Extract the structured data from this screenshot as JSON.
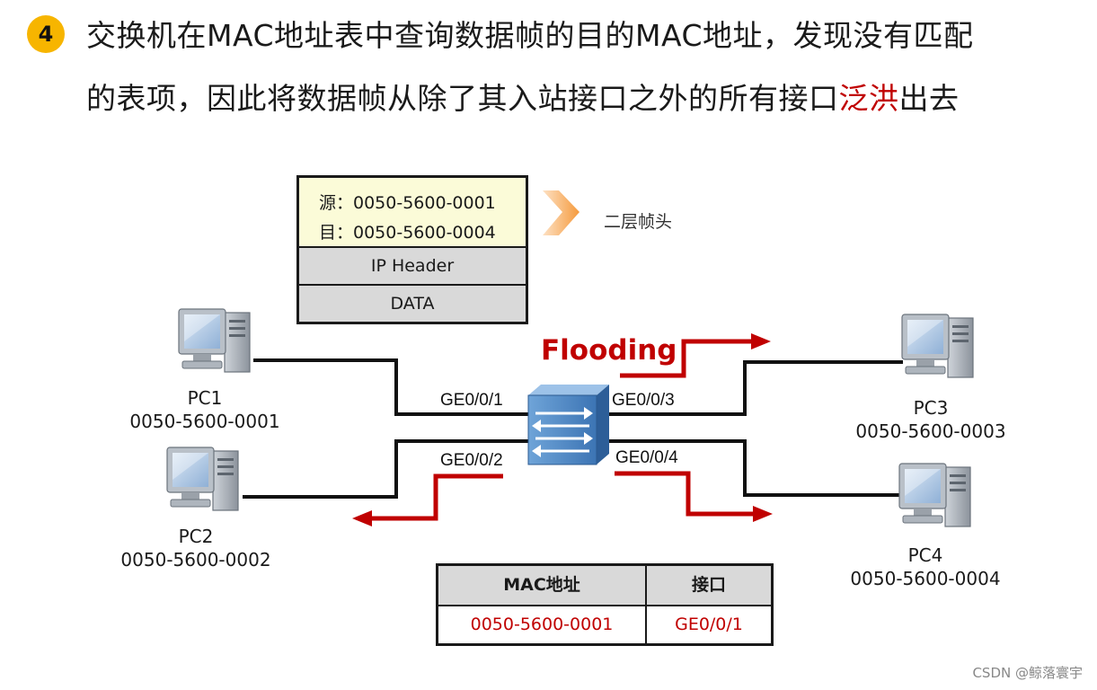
{
  "step": {
    "number": "4",
    "line1": "交换机在MAC地址表中查询数据帧的目的MAC地址，发现没有匹配",
    "line2_pre": "的表项，因此将数据帧从除了其入站接口之外的所有接口",
    "line2_highlight": "泛洪",
    "line2_post": "出去"
  },
  "frame": {
    "src": "源：0050-5600-0001",
    "dst": "目：0050-5600-0004",
    "ip": "IP Header",
    "data": "DATA",
    "header_label": "二层帧头"
  },
  "pcs": {
    "pc1": {
      "name": "PC1",
      "mac": "0050-5600-0001"
    },
    "pc2": {
      "name": "PC2",
      "mac": "0050-5600-0002"
    },
    "pc3": {
      "name": "PC3",
      "mac": "0050-5600-0003"
    },
    "pc4": {
      "name": "PC4",
      "mac": "0050-5600-0004"
    }
  },
  "ports": {
    "p1": "GE0/0/1",
    "p2": "GE0/0/2",
    "p3": "GE0/0/3",
    "p4": "GE0/0/4"
  },
  "flooding_label": "Flooding",
  "mac_table": {
    "headers": [
      "MAC地址",
      "接口"
    ],
    "rows": [
      [
        "0050-5600-0001",
        "GE0/0/1"
      ]
    ]
  },
  "watermark": "CSDN @鲸落寰宇",
  "colors": {
    "accent": "#c00000",
    "badge": "#f7b500",
    "frame_header": "#fbfbd8",
    "gray": "#d9d9d9"
  }
}
